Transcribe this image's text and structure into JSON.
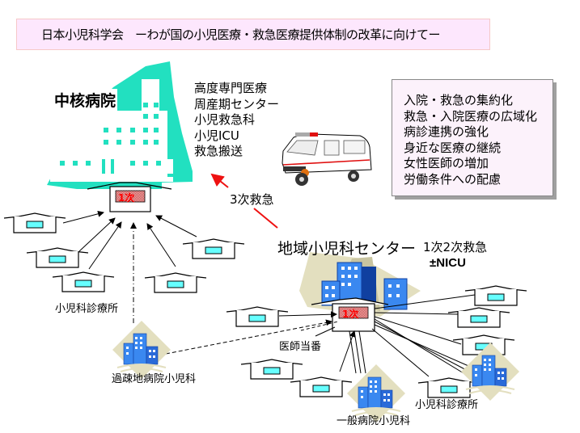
{
  "title": "日本小児科学会　ーわが国の小児医療・救急医療提供体制の改革に向けてー",
  "core_hospital": {
    "name": "中核病院",
    "services": [
      "高度専門医療",
      "周産期センター",
      "小児救急科",
      "小児ICU",
      "救急搬送"
    ],
    "primary_badge": "1次",
    "color": "#22e0c0"
  },
  "reform_goals": [
    "入院・救急の集約化",
    "救急・入院医療の広域化",
    "病診連携の強化",
    "身近な医療の継続",
    "女性医師の増加",
    "労働条件への配慮"
  ],
  "tertiary_emergency_label": "3次救急",
  "regional_center": {
    "name": "地域小児科センター",
    "services": [
      "1次2次救急",
      "±NICU"
    ],
    "primary_badge": "1次"
  },
  "labels": {
    "clinic_left": "小児科診療所",
    "remote_hospital": "過疎地病院小児科",
    "doctor_on_duty": "医師当番",
    "general_hospital": "一般病院小児科",
    "clinic_right": "小児科診療所"
  },
  "colors": {
    "arrow_red": "#ee1111",
    "badge_red": "#ff0000",
    "clinic_window": "#66ffff",
    "building_blue": "#3a88f0",
    "backdrop_tan": "#e3dfbf"
  }
}
